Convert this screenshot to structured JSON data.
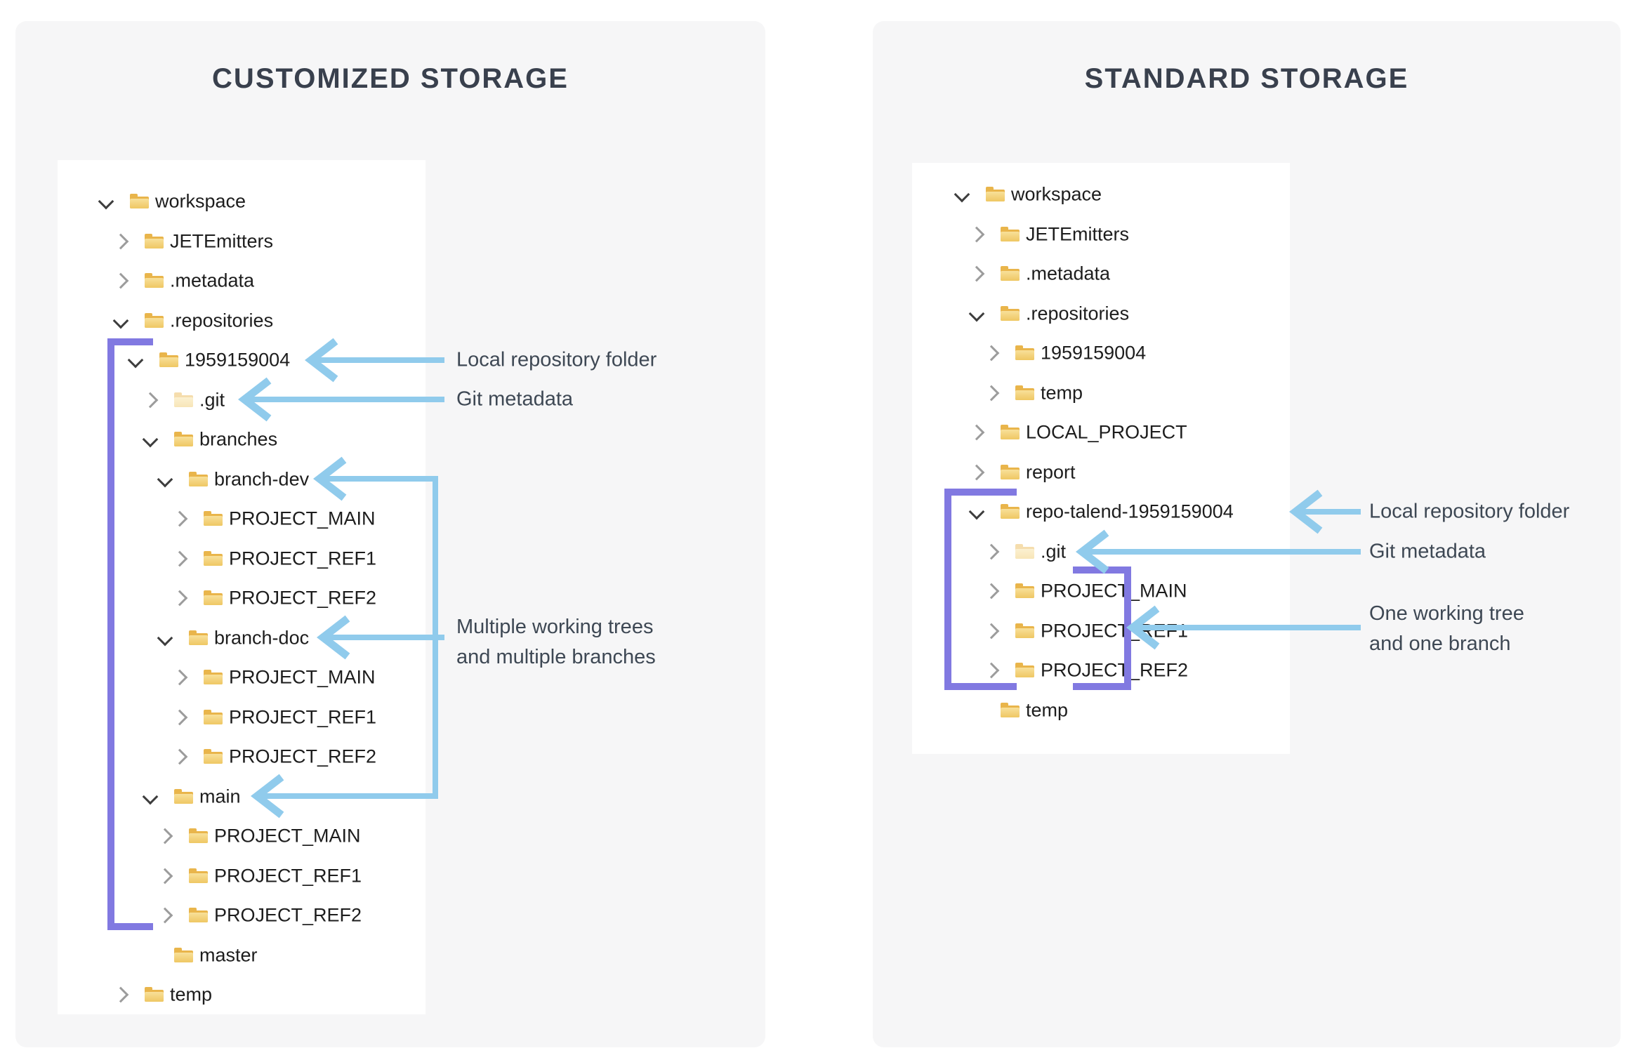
{
  "colors": {
    "page_bg": "#ffffff",
    "card_bg": "#f6f6f7",
    "panel_bg": "#ffffff",
    "title_text": "#39404d",
    "tree_text": "#1d1d1d",
    "annotation_text": "#3e4854",
    "arrow_blue": "#90cbec",
    "bracket_purple": "#8179e1",
    "folder_back": "#e9b54b",
    "folder_front_top": "#f8e09a",
    "folder_front_bottom": "#efc763",
    "chevron_expanded": "#3d3d3d",
    "chevron_collapsed": "#9c9c9c"
  },
  "icons": {
    "folder": "folder-icon",
    "expanded": "chevron-down-icon",
    "collapsed": "chevron-right-icon"
  },
  "left_card": {
    "title": "CUSTOMIZED STORAGE",
    "tree": [
      {
        "label": "workspace",
        "level": 0,
        "chevron": "expanded",
        "faded": false
      },
      {
        "label": "JETEmitters",
        "level": 1,
        "chevron": "collapsed",
        "faded": false
      },
      {
        "label": ".metadata",
        "level": 1,
        "chevron": "collapsed",
        "faded": false
      },
      {
        "label": ".repositories",
        "level": 1,
        "chevron": "expanded",
        "faded": false
      },
      {
        "label": "1959159004",
        "level": 2,
        "chevron": "expanded",
        "faded": false
      },
      {
        "label": ".git",
        "level": 3,
        "chevron": "collapsed",
        "faded": true
      },
      {
        "label": "branches",
        "level": 3,
        "chevron": "expanded",
        "faded": false
      },
      {
        "label": "branch-dev",
        "level": 4,
        "chevron": "expanded",
        "faded": false
      },
      {
        "label": "PROJECT_MAIN",
        "level": 5,
        "chevron": "collapsed",
        "faded": false
      },
      {
        "label": "PROJECT_REF1",
        "level": 5,
        "chevron": "collapsed",
        "faded": false
      },
      {
        "label": "PROJECT_REF2",
        "level": 5,
        "chevron": "collapsed",
        "faded": false
      },
      {
        "label": "branch-doc",
        "level": 4,
        "chevron": "expanded",
        "faded": false
      },
      {
        "label": "PROJECT_MAIN",
        "level": 5,
        "chevron": "collapsed",
        "faded": false
      },
      {
        "label": "PROJECT_REF1",
        "level": 5,
        "chevron": "collapsed",
        "faded": false
      },
      {
        "label": "PROJECT_REF2",
        "level": 5,
        "chevron": "collapsed",
        "faded": false
      },
      {
        "label": "main",
        "level": 3,
        "chevron": "expanded",
        "faded": false
      },
      {
        "label": "PROJECT_MAIN",
        "level": 4,
        "chevron": "collapsed",
        "faded": false
      },
      {
        "label": "PROJECT_REF1",
        "level": 4,
        "chevron": "collapsed",
        "faded": false
      },
      {
        "label": "PROJECT_REF2",
        "level": 4,
        "chevron": "collapsed",
        "faded": false
      },
      {
        "label": "master",
        "level": 3,
        "chevron": "none",
        "faded": false
      },
      {
        "label": "temp",
        "level": 1,
        "chevron": "collapsed",
        "faded": false
      }
    ],
    "annotations": {
      "local_repo": "Local repository folder",
      "git_meta": "Git metadata",
      "multi": "Multiple working trees\nand multiple branches"
    }
  },
  "right_card": {
    "title": "STANDARD STORAGE",
    "tree": [
      {
        "label": "workspace",
        "level": 0,
        "chevron": "expanded",
        "faded": false
      },
      {
        "label": "JETEmitters",
        "level": 1,
        "chevron": "collapsed",
        "faded": false
      },
      {
        "label": ".metadata",
        "level": 1,
        "chevron": "collapsed",
        "faded": false
      },
      {
        "label": ".repositories",
        "level": 1,
        "chevron": "expanded",
        "faded": false
      },
      {
        "label": "1959159004",
        "level": 2,
        "chevron": "collapsed",
        "faded": false
      },
      {
        "label": "temp",
        "level": 2,
        "chevron": "collapsed",
        "faded": false
      },
      {
        "label": "LOCAL_PROJECT",
        "level": 1,
        "chevron": "collapsed",
        "faded": false
      },
      {
        "label": "report",
        "level": 1,
        "chevron": "collapsed",
        "faded": false
      },
      {
        "label": "repo-talend-1959159004",
        "level": 1,
        "chevron": "expanded",
        "faded": false
      },
      {
        "label": ".git",
        "level": 2,
        "chevron": "collapsed",
        "faded": true
      },
      {
        "label": "PROJECT_MAIN",
        "level": 2,
        "chevron": "collapsed",
        "faded": false
      },
      {
        "label": "PROJECT_REF1",
        "level": 2,
        "chevron": "collapsed",
        "faded": false
      },
      {
        "label": "PROJECT_REF2",
        "level": 2,
        "chevron": "collapsed",
        "faded": false
      },
      {
        "label": "temp",
        "level": 1,
        "chevron": "none",
        "faded": false
      }
    ],
    "annotations": {
      "local_repo": "Local repository folder",
      "git_meta": "Git metadata",
      "one": "One working tree\nand one branch"
    }
  }
}
